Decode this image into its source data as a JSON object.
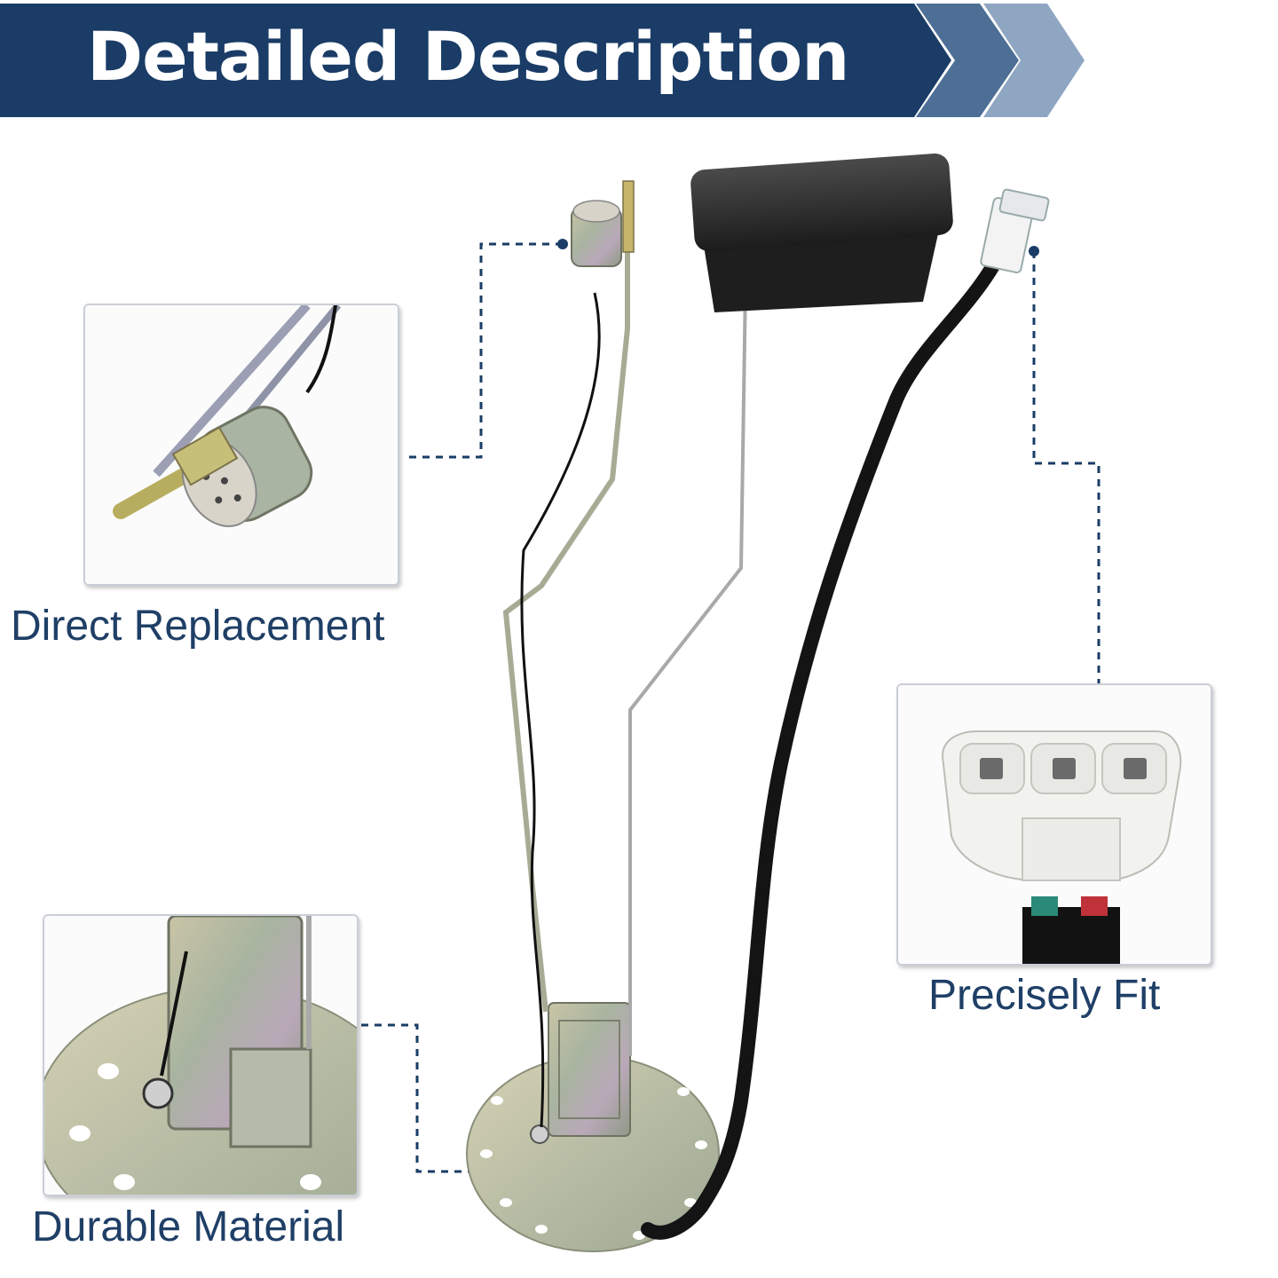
{
  "banner": {
    "title": "Detailed Description",
    "color": "#1a3c66",
    "chevron_colors": [
      "#4e6f95",
      "#8fa6c2"
    ]
  },
  "features": [
    {
      "label": "Direct Replacement",
      "icon": "sensor-closeup-photo"
    },
    {
      "label": "Precisely Fit",
      "icon": "connector-closeup-photo"
    },
    {
      "label": "Durable Material",
      "icon": "mounting-plate-closeup-photo"
    }
  ],
  "callout_color": "#1a3c66",
  "caption_color": "#1f3f66"
}
